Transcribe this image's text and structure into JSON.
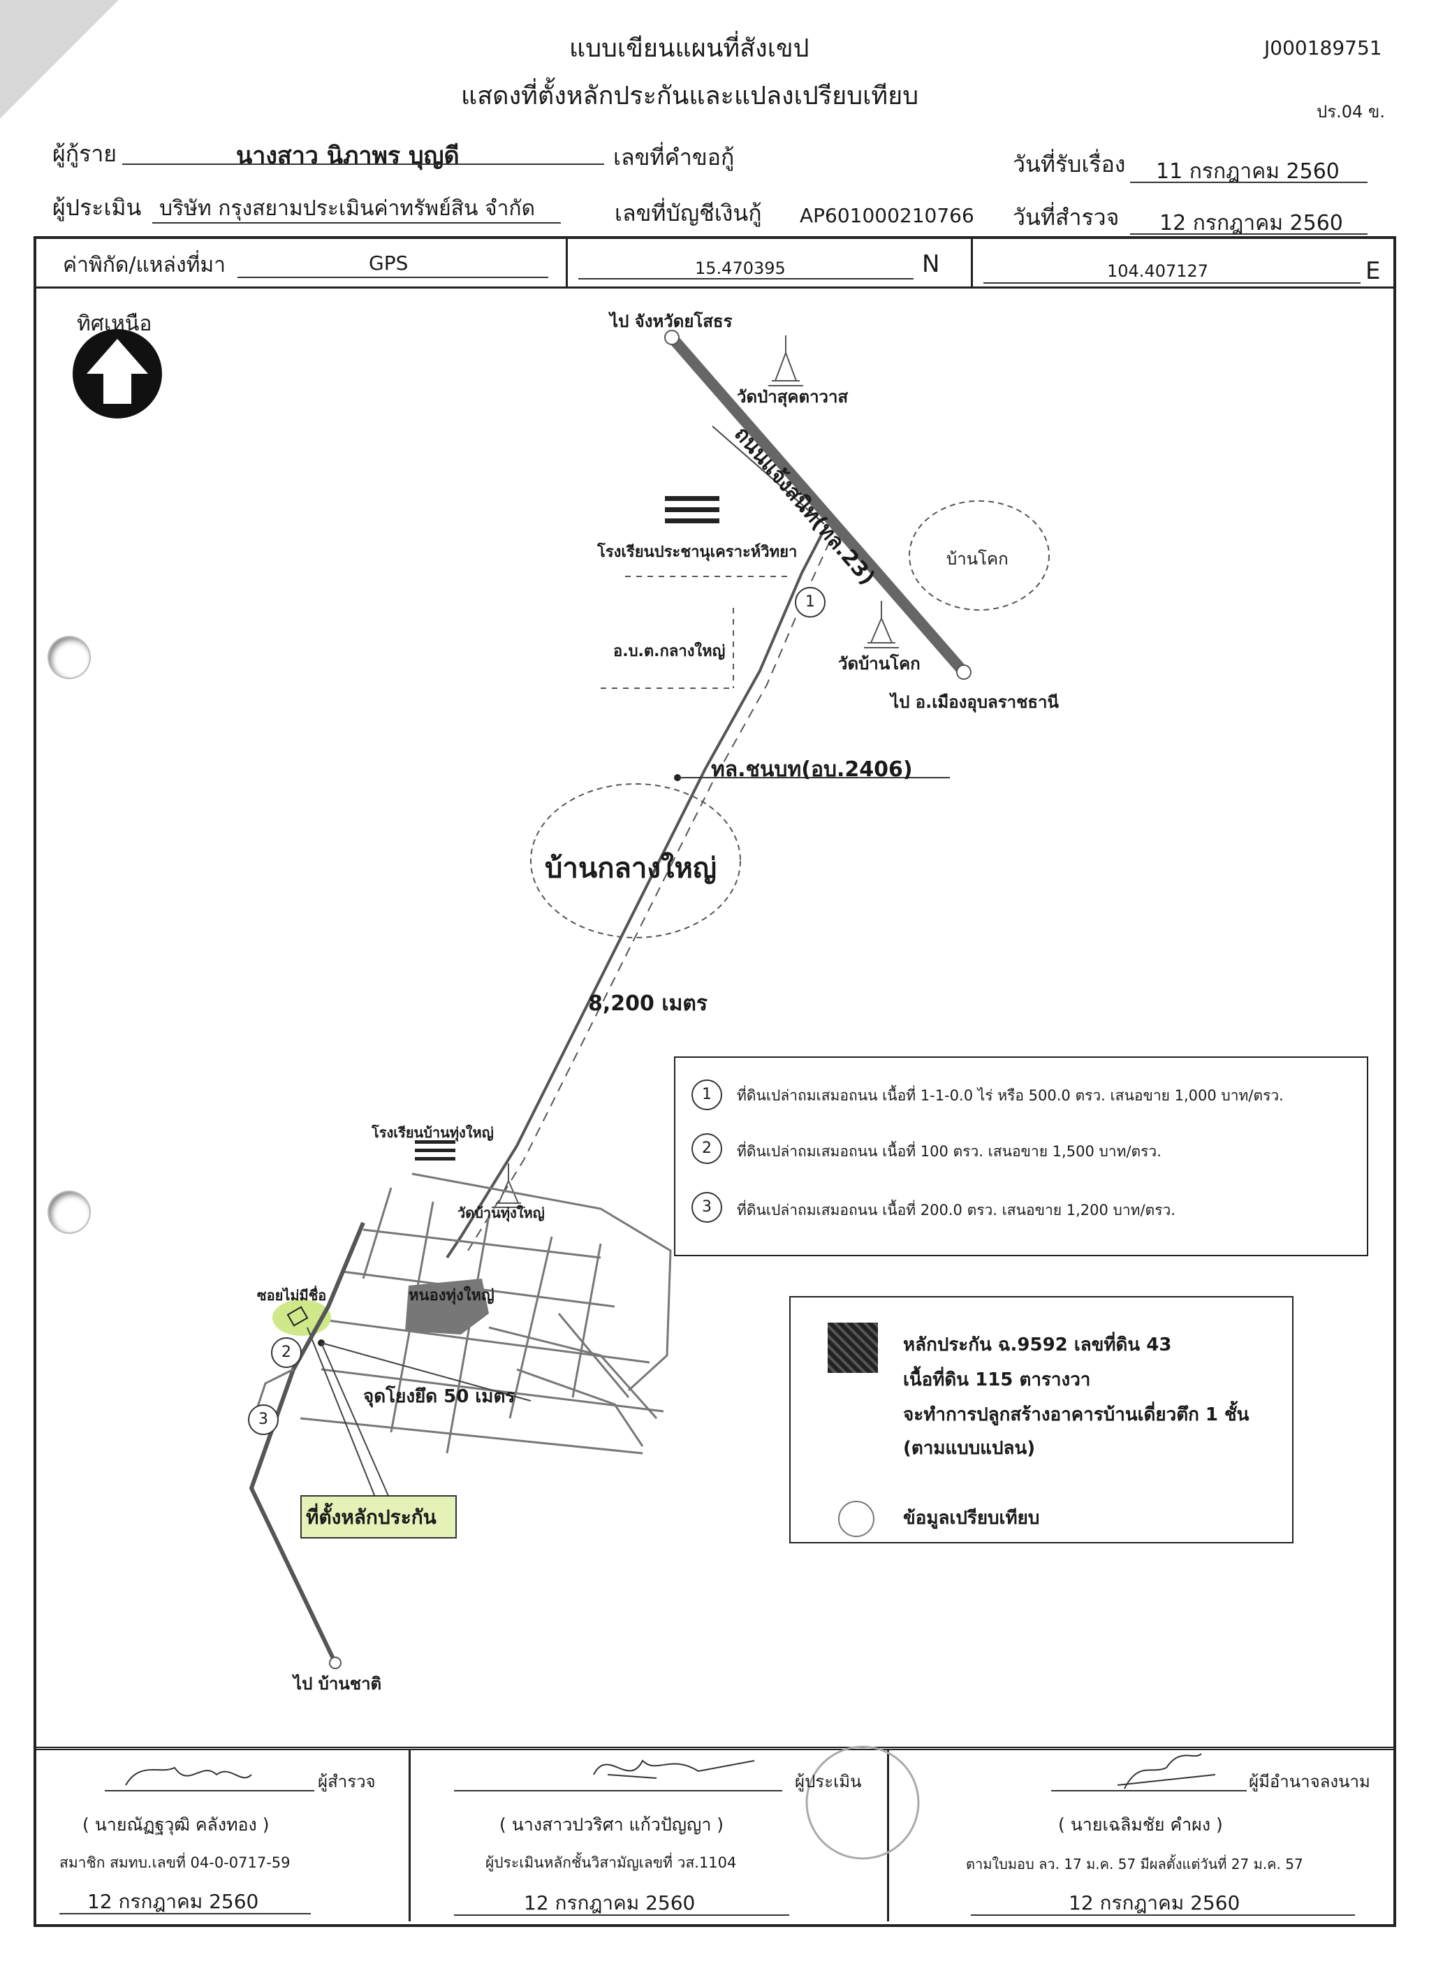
{
  "header": {
    "title1": "แบบเขียนแผนที่สังเขป",
    "title2": "แสดงที่ตั้งหลักประกันและแปลงเปรียบเทียบ",
    "doc_id": "J000189751",
    "form_code": "ปร.04 ข."
  },
  "info": {
    "borrower_label": "ผู้กู้ราย",
    "borrower_value": "นางสาว นิภาพร บุญดี",
    "request_no_label": "เลขที่คำขอกู้",
    "received_label": "วันที่รับเรื่อง",
    "received_value": "11 กรกฎาคม 2560",
    "appraiser_label": "ผู้ประเมิน",
    "appraiser_value": "บริษัท กรุงสยามประเมินค่าทรัพย์สิน จำกัด",
    "account_label": "เลขที่บัญชีเงินกู้",
    "account_value": "AP601000210766",
    "survey_label": "วันที่สำรวจ",
    "survey_value": "12 กรกฎาคม 2560"
  },
  "coords": {
    "label": "ค่าพิกัด/แหล่งที่มา",
    "source": "GPS",
    "lat": "15.470395",
    "lat_dir": "N",
    "lon": "104.407127",
    "lon_dir": "E"
  },
  "map": {
    "north_label": "ทิศเหนือ",
    "to_yasothon": "ไป จังหวัดยโสธร",
    "wat_pa": "วัดป่าสุคตาวาส",
    "highway": "ถนนแจ้งสนิท(ทล.23)",
    "school1": "โรงเรียนประชานุเคราะห์วิทยา",
    "ban_khok": "บ้านโคก",
    "obt": "อ.บ.ต.กลางใหญ่",
    "wat_ban_khok": "วัดบ้านโคก",
    "to_ubon": "ไป อ.เมืองอุบลราชธานี",
    "road2406": "ทล.ชนบท(อบ.2406)",
    "ban_klang_yai": "บ้านกลางใหญ่",
    "distance": "8,200 เมตร",
    "school2": "โรงเรียนบ้านทุ่งใหญ่",
    "wat_thung_yai": "วัดบ้านทุ่งใหญ่",
    "unnamed_soi": "ซอยไม่มีชื่อ",
    "pond": "หนองทุ่งใหญ่",
    "ref_point": "จุดโยงยึด 50 เมตร",
    "site_label": "ที่ตั้งหลักประกัน",
    "to_ban_chat": "ไป บ้านชาติ",
    "num1": "1",
    "num2": "2",
    "num3": "3"
  },
  "comparisons": [
    {
      "no": "1",
      "text": "ที่ดินเปล่าถมเสมอถนน  เนื้อที่ 1-1-0.0 ไร่ หรือ 500.0 ตรว. เสนอขาย 1,000 บาท/ตรว."
    },
    {
      "no": "2",
      "text": "ที่ดินเปล่าถมเสมอถนน  เนื้อที่ 100 ตรว. เสนอขาย 1,500 บาท/ตรว."
    },
    {
      "no": "3",
      "text": "ที่ดินเปล่าถมเสมอถนน  เนื้อที่ 200.0 ตรว. เสนอขาย 1,200 บาท/ตรว."
    }
  ],
  "legend": {
    "line1": "หลักประกัน ฉ.9592 เลขที่ดิน 43",
    "line2": "เนื้อที่ดิน 115 ตารางวา",
    "line3": "จะทำการปลูกสร้างอาคารบ้านเดี่ยวตึก 1 ชั้น",
    "line4": "(ตามแบบแปลน)",
    "compare_label": "ข้อมูลเปรียบเทียบ"
  },
  "signatures": [
    {
      "role": "ผู้สำรวจ",
      "name": "( นายณัฏฐวุฒิ คลังทอง )",
      "detail": "สมาชิก สมทบ.เลขที่ 04-0-0717-59",
      "date": "12 กรกฎาคม 2560"
    },
    {
      "role": "ผู้ประเมิน",
      "name": "( นางสาวปวริศา แก้วปัญญา )",
      "detail": "ผู้ประเมินหลักชั้นวิสามัญเลขที่  วส.1104",
      "date": "12 กรกฎาคม 2560"
    },
    {
      "role": "ผู้มีอำนาจลงนาม",
      "name": "( นายเฉลิมชัย  คำผง )",
      "detail": "ตามใบมอบ ลว. 17 ม.ค. 57 มีผลตั้งแต่วันที่ 27 ม.ค. 57",
      "date": "12 กรกฎาคม 2560"
    }
  ]
}
